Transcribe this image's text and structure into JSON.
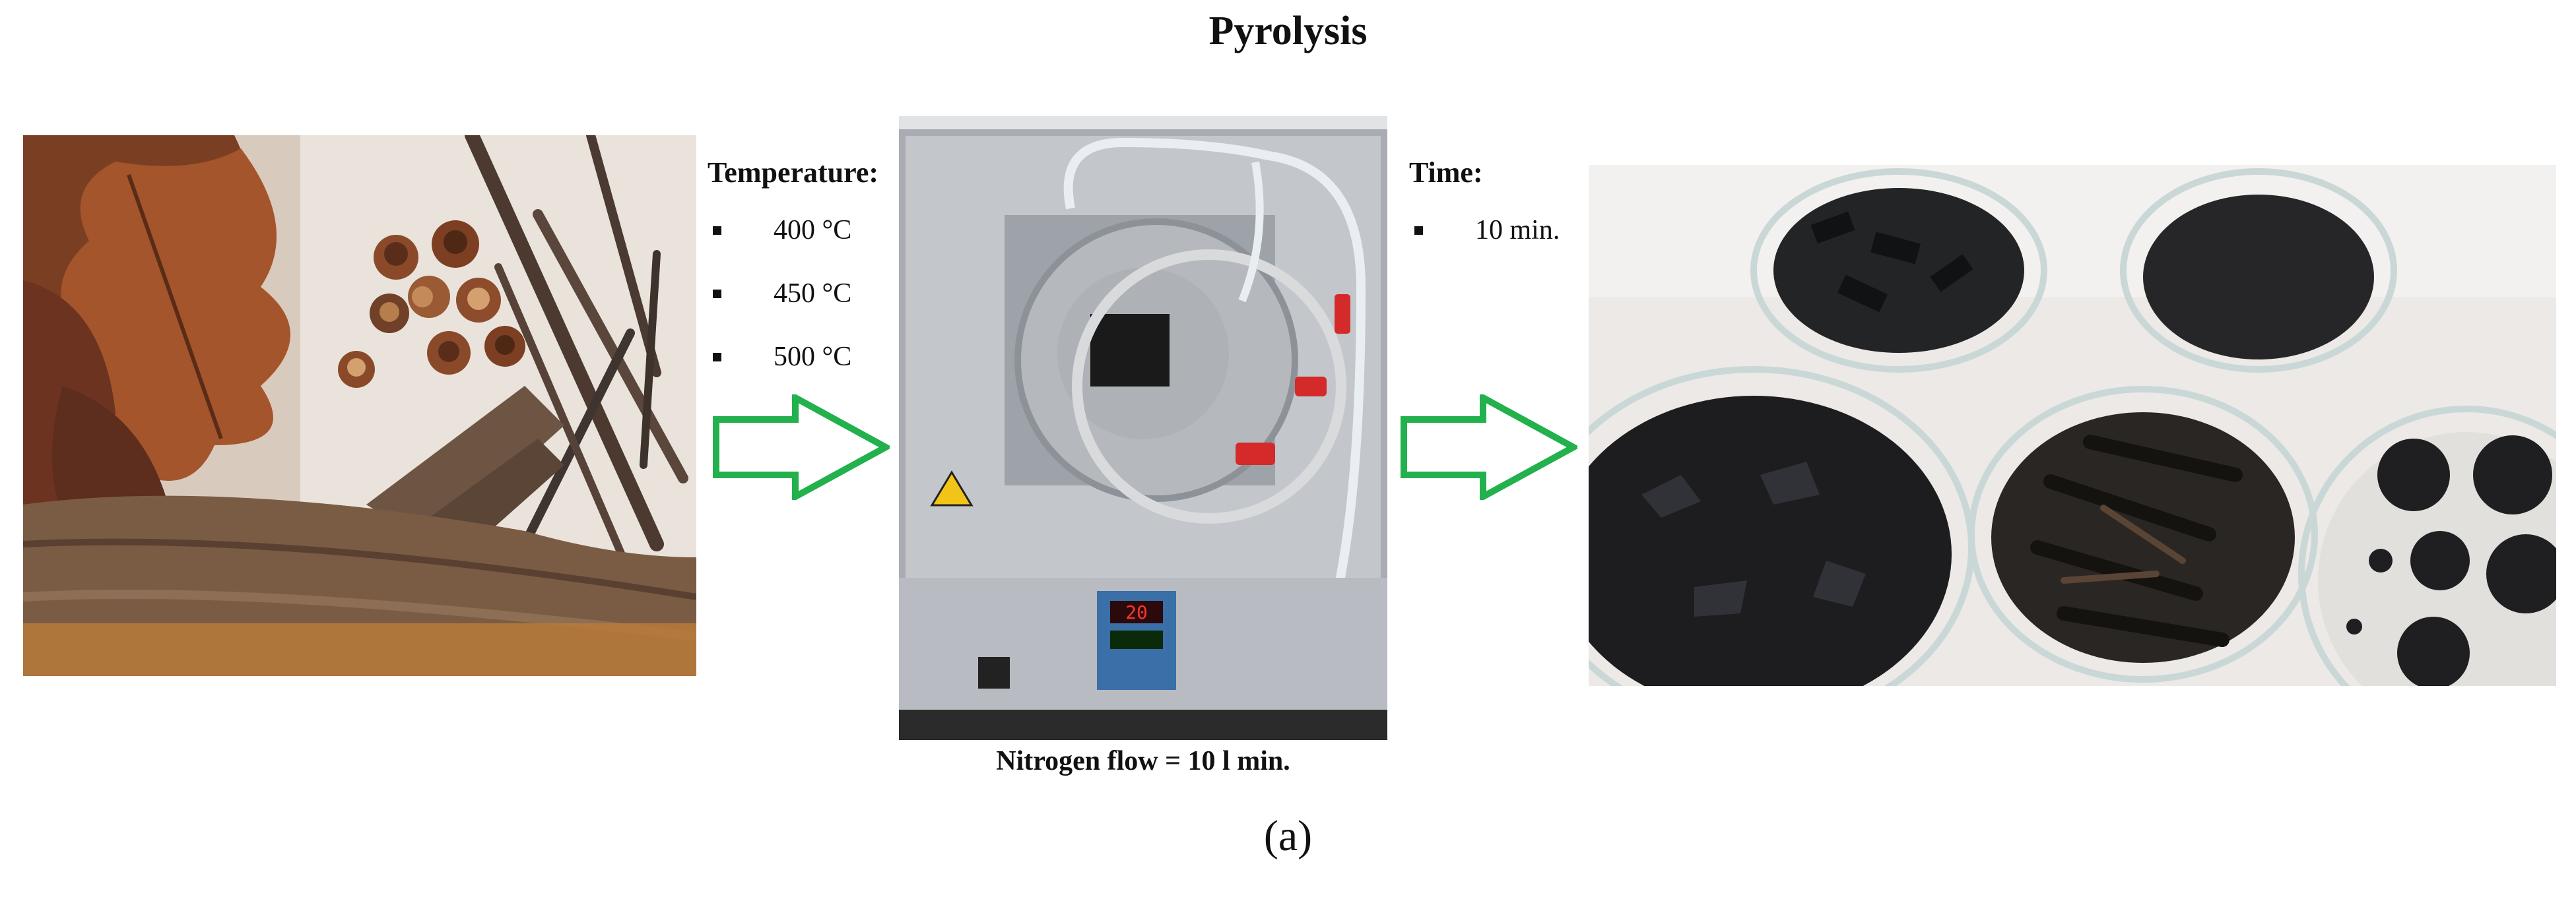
{
  "title": "Pyrolysis",
  "images": {
    "biomass": "biomass-photo",
    "furnace": "pyrolysis-furnace-photo",
    "biochar": "biochar-petri-dishes-photo",
    "furnace_display": "20"
  },
  "temperature": {
    "label": "Temperature:",
    "items": [
      "400 °C",
      "450 °C",
      "500 °C"
    ]
  },
  "time": {
    "label": "Time:",
    "items": [
      "10 min."
    ]
  },
  "nitrogen_caption": "Nitrogen flow = 10 l min.",
  "panel_label": "(a)",
  "colors": {
    "arrow": "#22b14c",
    "furnace_steel": "#b8bcc2",
    "char": "#1c1c1e"
  },
  "icons": {
    "arrow1": "right-arrow-icon",
    "arrow2": "right-arrow-icon"
  }
}
